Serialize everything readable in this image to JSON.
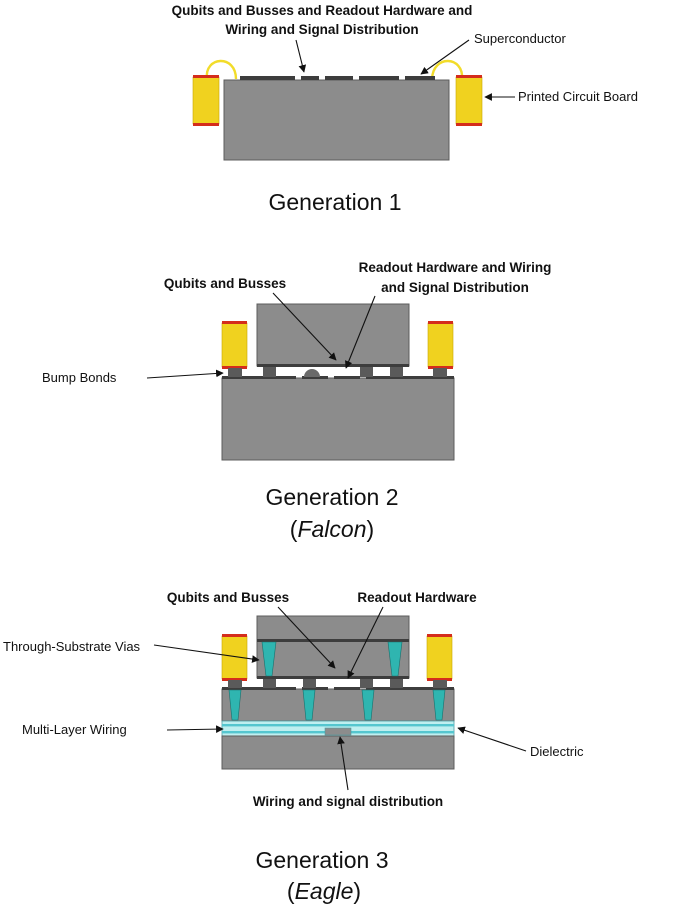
{
  "colors": {
    "substrate": "#8c8c8c",
    "substrate_edge": "#5c5c5c",
    "superconductor": "#3d3d3d",
    "pcb": "#f0d21f",
    "pcb_edge": "#d42d1c",
    "wire": "#f2dc2a",
    "via": "#2fb5b0",
    "dielectric": "#bfeff0",
    "wiring_layer": "#55c6cf"
  },
  "icons": {
    "arrow": "arrow-head-icon"
  },
  "gen1": {
    "label_qubits_line1": "Qubits and Busses and Readout Hardware and",
    "label_qubits_line2": "Wiring and Signal Distribution",
    "label_superconductor": "Superconductor",
    "label_pcb": "Printed Circuit Board",
    "title": "Generation 1"
  },
  "gen2": {
    "label_readout_line1": "Readout Hardware and Wiring",
    "label_readout_line2": "and Signal Distribution",
    "label_qubits": "Qubits and Busses",
    "label_bumps": "Bump Bonds",
    "title": "Generation 2",
    "subtitle_open": "(",
    "subtitle_name": "Falcon",
    "subtitle_close": ")"
  },
  "gen3": {
    "label_qubits": "Qubits and Busses",
    "label_readout": "Readout Hardware",
    "label_vias": "Through-Substrate Vias",
    "label_multilayer": "Multi-Layer Wiring",
    "label_dielectric": "Dielectric",
    "label_wiring": "Wiring and signal distribution",
    "title": "Generation 3",
    "subtitle_open": "(",
    "subtitle_name": "Eagle",
    "subtitle_close": ")"
  }
}
